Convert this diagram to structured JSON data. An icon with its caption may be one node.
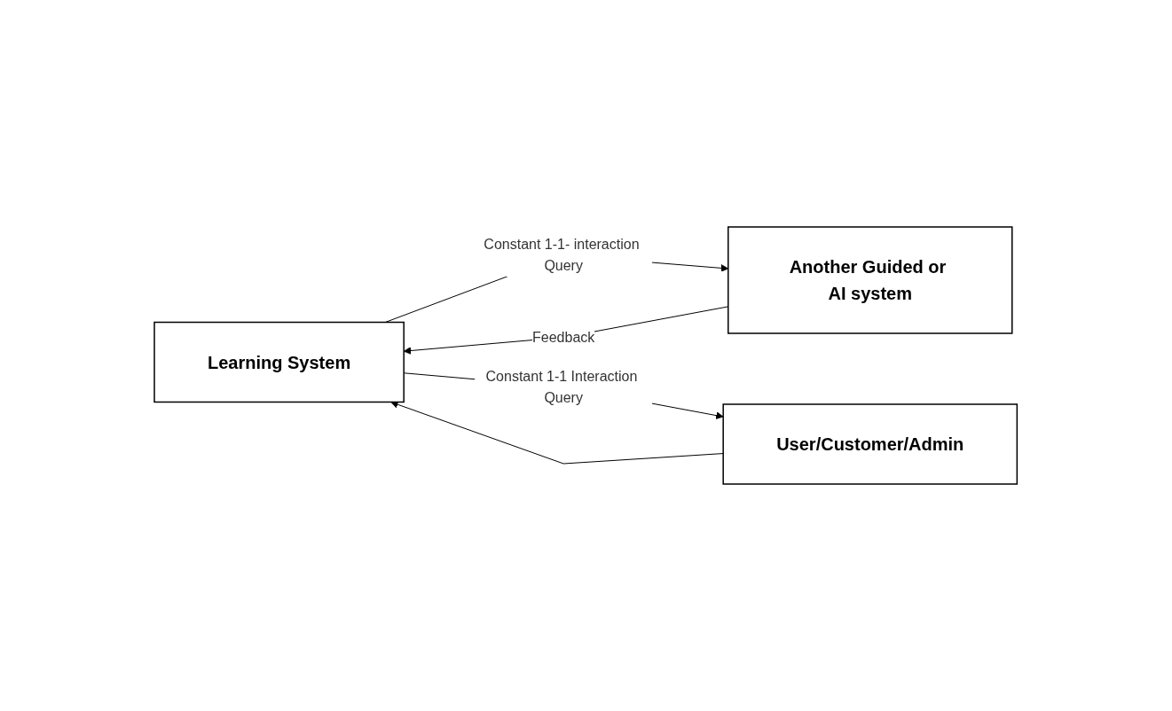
{
  "diagram": {
    "nodes": [
      {
        "text": [
          "Learning System"
        ]
      },
      {
        "text": [
          "Another Guided or AI system"
        ]
      },
      {
        "text": [
          "User/Customer/Admin"
        ]
      }
    ],
    "edges": [
      {
        "from": 0,
        "to": 1,
        "arrow": "to",
        "label": "Constant 1-1- interaction Query"
      },
      {
        "from": 0,
        "to": 2,
        "arrow": "to",
        "label": "Constant 1-1 Interaction Query"
      },
      {
        "from": 1,
        "to": 0,
        "arrow": "to",
        "label": "Feedback"
      },
      {
        "from": 2,
        "to": 0,
        "arrow": "to"
      }
    ]
  }
}
